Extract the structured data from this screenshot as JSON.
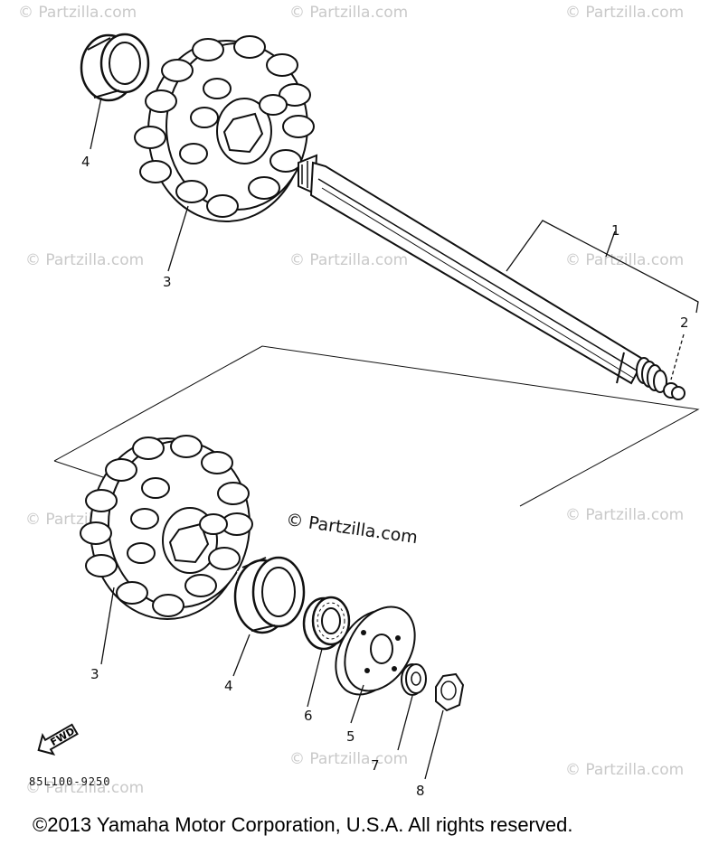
{
  "watermark": {
    "text": "© Partzilla.com",
    "center_text": "© Partzilla.com"
  },
  "part_labels": {
    "p1": "1",
    "p2": "2",
    "p3a": "3",
    "p3b": "3",
    "p4a": "4",
    "p4b": "4",
    "p5": "5",
    "p6": "6",
    "p7": "7",
    "p8": "8"
  },
  "fwd_label": "FWD",
  "ref_code": "85L100-9250",
  "copyright": "©2013  Yamaha Motor Corporation, U.S.A. All rights reserved.",
  "colors": {
    "line": "#111111",
    "watermark": "#c9c9c9",
    "background": "#ffffff"
  }
}
